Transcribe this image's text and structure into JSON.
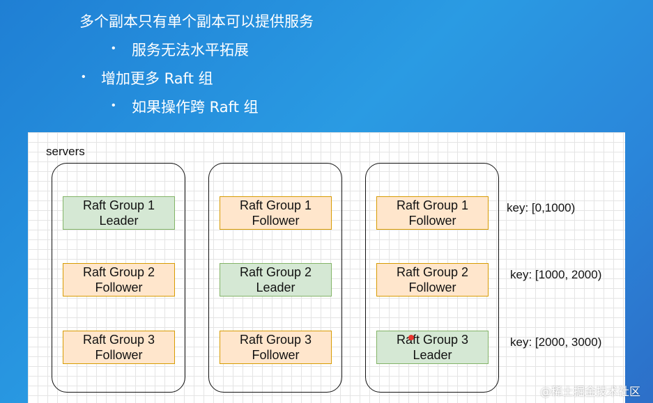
{
  "bullets": [
    {
      "text": "多个副本只有单个副本可以提供服务",
      "level": 1,
      "marker": ""
    },
    {
      "text": "服务无法水平拓展",
      "level": 2,
      "marker": "•"
    },
    {
      "text": "增加更多 Raft 组",
      "level": 1,
      "marker": "•"
    },
    {
      "text": "如果操作跨 Raft 组",
      "level": 2,
      "marker": "•"
    }
  ],
  "diagram": {
    "servers_label": "servers",
    "servers": [
      {
        "groups": [
          {
            "name": "Raft Group 1",
            "role": "Leader"
          },
          {
            "name": "Raft Group 2",
            "role": "Follower"
          },
          {
            "name": "Raft Group 3",
            "role": "Follower"
          }
        ]
      },
      {
        "groups": [
          {
            "name": "Raft Group 1",
            "role": "Follower"
          },
          {
            "name": "Raft Group 2",
            "role": "Leader"
          },
          {
            "name": "Raft Group 3",
            "role": "Follower"
          }
        ]
      },
      {
        "groups": [
          {
            "name": "Raft Group 1",
            "role": "Follower"
          },
          {
            "name": "Raft Group 2",
            "role": "Follower"
          },
          {
            "name": "Raft Group 3",
            "role": "Leader"
          }
        ]
      }
    ],
    "keys": [
      "key: [0,1000)",
      "key: [1000, 2000)",
      "key: [2000, 3000)"
    ],
    "colors": {
      "leader_fill": "#d5e8d4",
      "leader_border": "#82b366",
      "follower_fill": "#ffe6cc",
      "follower_border": "#d79b00"
    }
  },
  "watermark": "@稀土掘金技术社区"
}
